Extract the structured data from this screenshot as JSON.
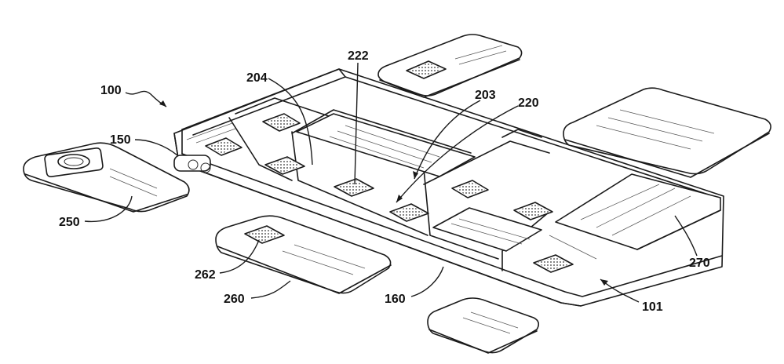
{
  "labels": {
    "l100": "100",
    "l150": "150",
    "l204": "204",
    "l222": "222",
    "l203": "203",
    "l220": "220",
    "l250": "250",
    "l262": "262",
    "l260": "260",
    "l160": "160",
    "l101": "101",
    "l270": "270"
  },
  "colors": {
    "line": "#1a1a1a",
    "background": "#ffffff"
  }
}
